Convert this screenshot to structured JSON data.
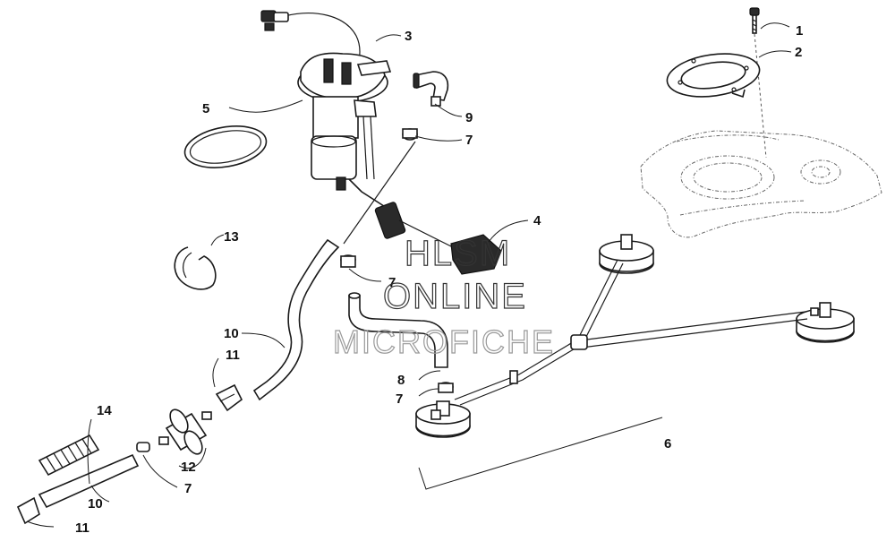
{
  "callouts": {
    "c1": "1",
    "c2": "2",
    "c3": "3",
    "c4": "4",
    "c5": "5",
    "c6": "6",
    "c7a": "7",
    "c7b": "7",
    "c7c": "7",
    "c7d": "7",
    "c8": "8",
    "c9": "9",
    "c10a": "10",
    "c10b": "10",
    "c11a": "11",
    "c11b": "11",
    "c12": "12",
    "c13": "13",
    "c14": "14"
  },
  "watermark": {
    "line1": "HLSM",
    "line2": "ONLINE",
    "line3": "MICROFICHE"
  }
}
